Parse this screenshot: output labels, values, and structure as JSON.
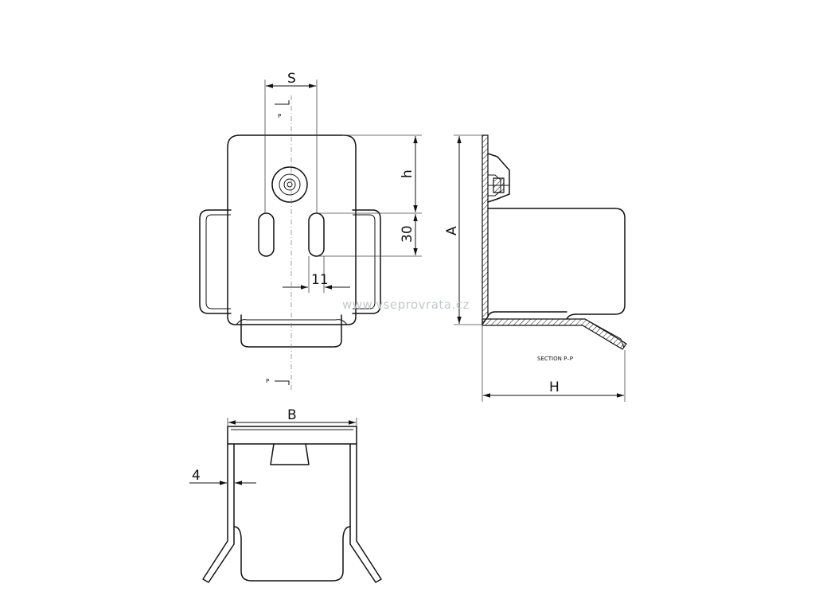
{
  "dimensions": {
    "s": "S",
    "h": "h",
    "d30": "30",
    "d11": "11",
    "a": "A",
    "b": "B",
    "d4": "4",
    "hh": "H"
  },
  "section": {
    "marker_top": "P",
    "marker_bottom": "P",
    "label": "SECTION P–P"
  },
  "watermark": "www.vseprovrata.cz"
}
